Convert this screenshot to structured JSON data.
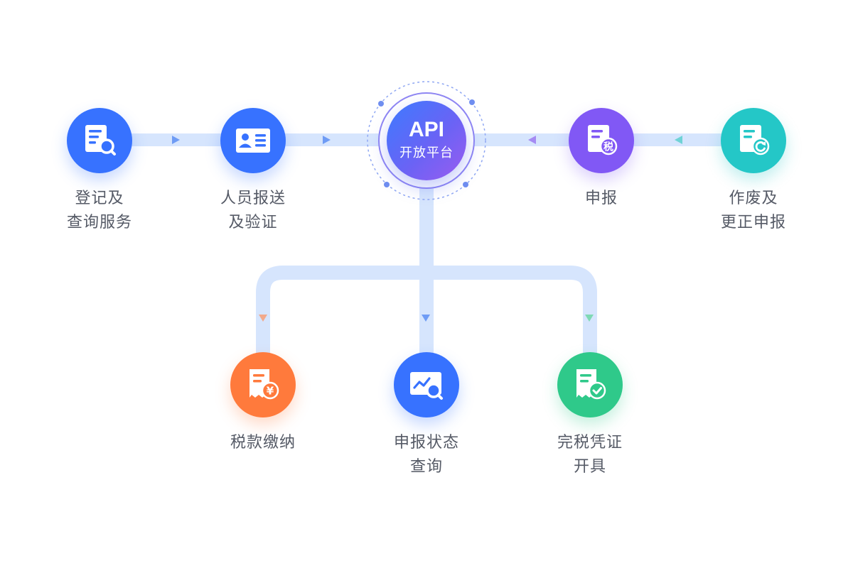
{
  "api": {
    "title": "API",
    "subtitle": "开放平台"
  },
  "nodes": [
    {
      "id": "registration",
      "lines": [
        "登记及",
        "查询服务"
      ],
      "color": "#3772ff",
      "icon": "document-search-icon"
    },
    {
      "id": "personnel",
      "lines": [
        "人员报送",
        "及验证"
      ],
      "color": "#3772ff",
      "icon": "id-card-icon"
    },
    {
      "id": "declare",
      "lines": [
        "申报"
      ],
      "color": "#8158f5",
      "icon": "tax-document-icon",
      "icon_text": "税"
    },
    {
      "id": "void",
      "lines": [
        "作废及",
        "更正申报"
      ],
      "color": "#24c7c7",
      "icon": "document-refresh-icon"
    },
    {
      "id": "payment",
      "lines": [
        "税款缴纳"
      ],
      "color": "#ff7a3c",
      "icon": "receipt-yuan-icon",
      "icon_text": "¥"
    },
    {
      "id": "status",
      "lines": [
        "申报状态",
        "查询"
      ],
      "color": "#3772ff",
      "icon": "chart-search-icon"
    },
    {
      "id": "certificate",
      "lines": [
        "完税凭证",
        "开具"
      ],
      "color": "#2fc98a",
      "icon": "document-check-icon"
    }
  ],
  "colors": {
    "connector": "#d6e5fd",
    "arrow_blue": "#6f9cf5",
    "arrow_purple": "#a58bf3",
    "arrow_teal": "#6fd3d6",
    "arrow_orange": "#f2a98b",
    "arrow_green": "#7fd9b4",
    "label": "#555a66"
  }
}
